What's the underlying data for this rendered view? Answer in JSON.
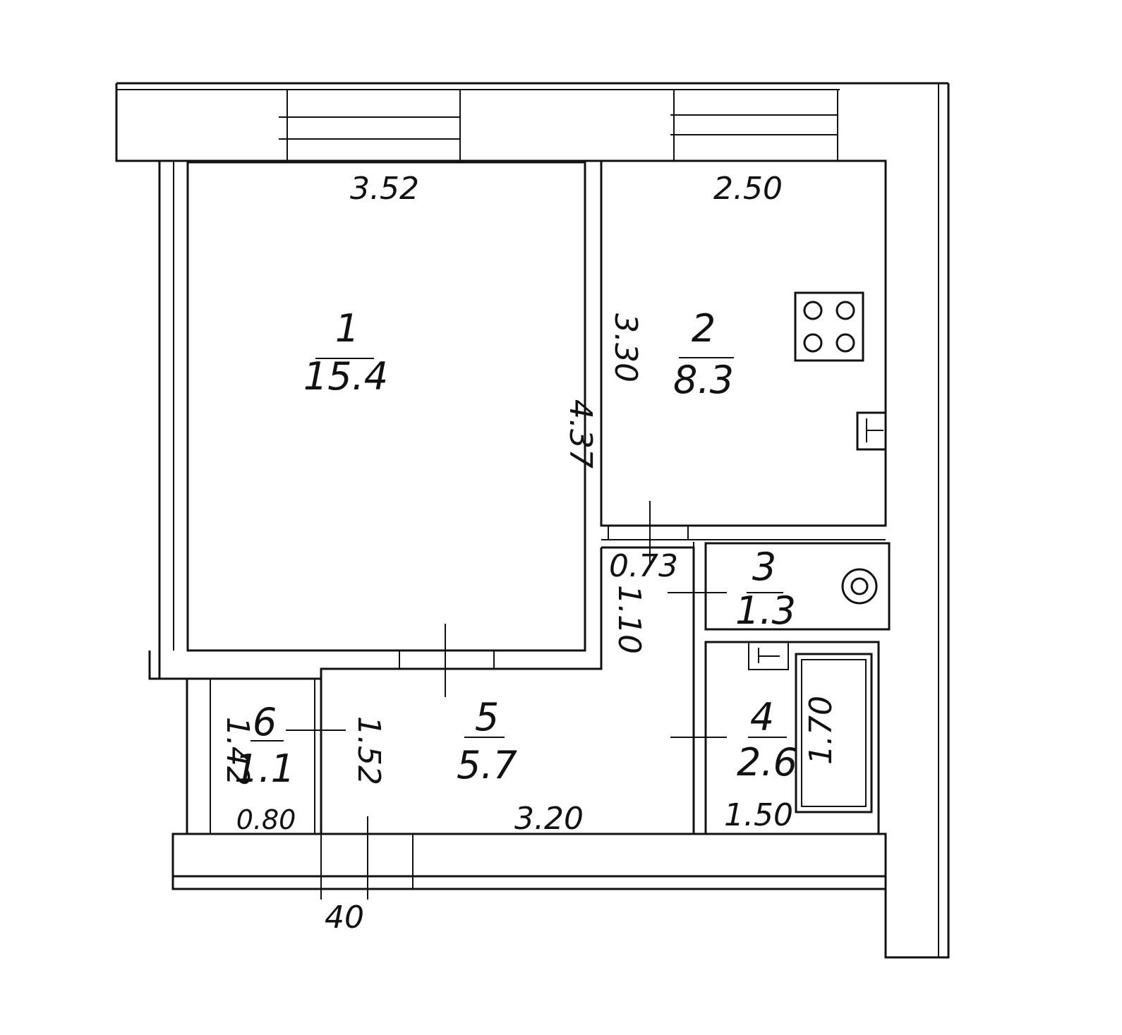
{
  "rooms": [
    {
      "id": "1",
      "area": "15.4"
    },
    {
      "id": "2",
      "area": "8.3"
    },
    {
      "id": "3",
      "area": "1.3"
    },
    {
      "id": "4",
      "area": "2.6"
    },
    {
      "id": "5",
      "area": "5.7"
    },
    {
      "id": "6",
      "area": "1.1"
    }
  ],
  "dimensions": {
    "room1_width": "3.52",
    "room1_length": "4.37",
    "room2_width": "2.50",
    "room2_length": "3.30",
    "hall_gap": "0.73",
    "hall_width": "1.10",
    "room6_length": "1.42",
    "room6_width": "0.80",
    "room5_length": "1.52",
    "room5_width": "3.20",
    "bath_width": "1.50",
    "tub_length": "1.70",
    "door_mark": "40"
  },
  "symbols": [
    "stove-icon",
    "sink-icon",
    "boiler-icon",
    "bathtub-icon"
  ],
  "colors": {
    "line": "#111111",
    "background": "#ffffff"
  }
}
